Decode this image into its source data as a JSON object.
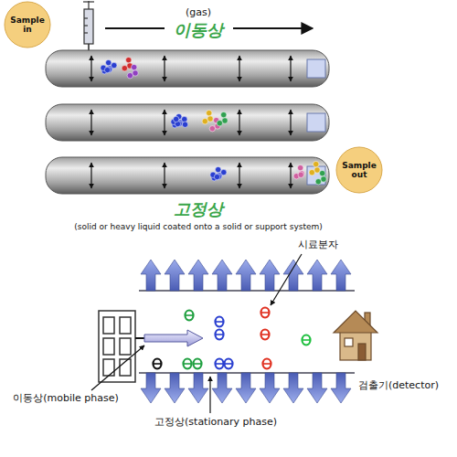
{
  "diagram": {
    "nodes": [
      {
        "text": [
          "Sample in"
        ]
      },
      {
        "text": [
          "Sample out"
        ]
      }
    ],
    "labels": [
      "(gas)",
      "이동상",
      "고정상",
      "(solid or heavy liquid coated onto a solid or support system)",
      "시료분자",
      "이동상(mobile phase)",
      "고정상(stationary phase)",
      "검출기(detector)"
    ]
  }
}
